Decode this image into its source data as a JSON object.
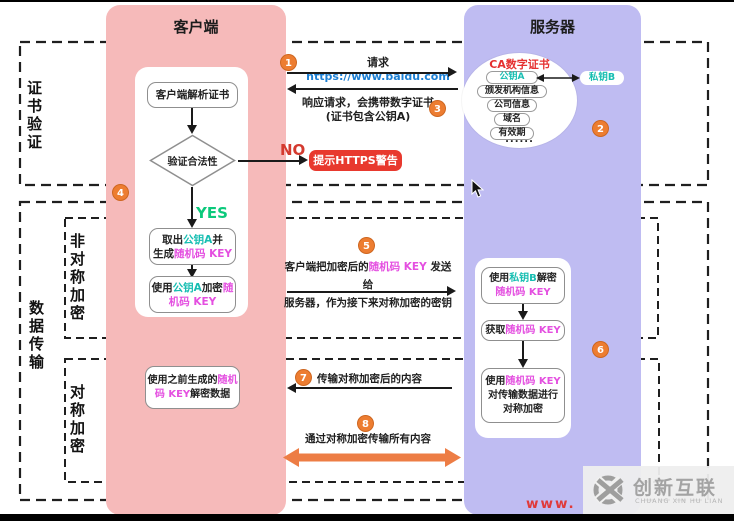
{
  "colors": {
    "client-bg": "#F6BABA",
    "server-bg": "#BFBCF2",
    "badge": "#ED7D31",
    "warn-bg": "#E8392E",
    "no": "#D43A2F",
    "yes": "#0BC97B",
    "teal": "#17BEB2",
    "magenta": "#E44FE0",
    "url": "#1B7FD4",
    "ca-red": "#E53030",
    "big-arrow": "#ED7D45",
    "wm-gray": "#A3A3A3",
    "www-red": "#E03A3A"
  },
  "columns": {
    "client": "客户端",
    "server": "服务器"
  },
  "sections": {
    "cert": "证书验证",
    "data": "数据传输",
    "asym": "非对称加密",
    "sym": "对称加密"
  },
  "client": {
    "parse": "客户端解析证书",
    "diamond": "验证合法性",
    "no": "NO",
    "yes": "YES",
    "warn": "提示HTTPS警告",
    "keygen": {
      "p1": "取出",
      "key": "公钥A",
      "p2": "并",
      "p3": "生成",
      "rand": "随机码 KEY"
    },
    "encrypt": {
      "p1": "使用",
      "key": "公钥A",
      "p2": "加密",
      "r1": "随",
      "r2": "机码 KEY"
    },
    "decrypt": {
      "p1": "使用之前生成的",
      "r1": "随机",
      "r2": "码 KEY",
      "p2": "解密数据"
    }
  },
  "server": {
    "cert_title": "CA数字证书",
    "pub_key": "公钥A",
    "issuer": "颁发机构信息",
    "company": "公司信息",
    "domain": "域名",
    "validity": "有效期",
    "more": "......",
    "priv_key": "私钥B",
    "s1": {
      "p1": "使用",
      "key": "私钥B",
      "p2": "解密",
      "rand": "随机码 KEY"
    },
    "s2": {
      "p1": "获取",
      "rand": "随机码 KEY"
    },
    "s3": {
      "p1": "使用",
      "rand": "随机码 KEY",
      "l2": "对传输数据进行",
      "l3": "对称加密"
    }
  },
  "steps": {
    "s1": {
      "n": "1",
      "prefix": "请求 ",
      "url": "https://www.baidu.com"
    },
    "s2": {
      "n": "2"
    },
    "s3": {
      "n": "3",
      "line1": "响应请求，会携带数字证书",
      "line2": "(证书包含公钥A)"
    },
    "s4": {
      "n": "4"
    },
    "s5": {
      "n": "5",
      "l1a": "客户端把加密后的",
      "l1b": "随机码 KEY",
      "l1c": " 发送给",
      "l2": "服务器，作为接下来对称加密的密钥"
    },
    "s6": {
      "n": "6"
    },
    "s7": {
      "n": "7",
      "text": "传输对称加密后的内容"
    },
    "s8": {
      "n": "8",
      "text": "通过对称加密传输所有内容"
    }
  },
  "watermark": {
    "brand": "创新互联",
    "sub": "CHUANG XIN HU LIAN",
    "partial": "www."
  }
}
